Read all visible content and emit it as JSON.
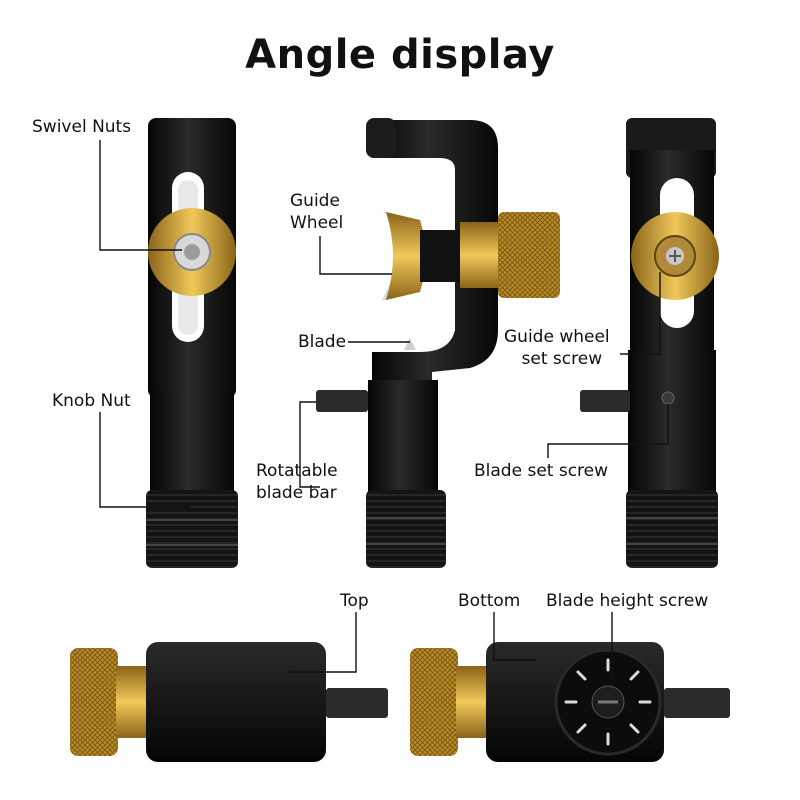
{
  "title": "Angle display",
  "labels": {
    "swivel_nuts": "Swivel Nuts",
    "guide_wheel_1": "Guide",
    "guide_wheel_2": "Wheel",
    "blade": "Blade",
    "knob_nut": "Knob Nut",
    "rotatable_1": "Rotatable",
    "rotatable_2": "blade bar",
    "guide_screw_1": "Guide wheel",
    "guide_screw_2": "set screw",
    "blade_set_screw": "Blade set screw",
    "top": "Top",
    "bottom": "Bottom",
    "blade_height_screw": "Blade height screw"
  },
  "colors": {
    "tool_body": "#161616",
    "brass": "#c9992f",
    "steel": "#9a9a9a"
  }
}
